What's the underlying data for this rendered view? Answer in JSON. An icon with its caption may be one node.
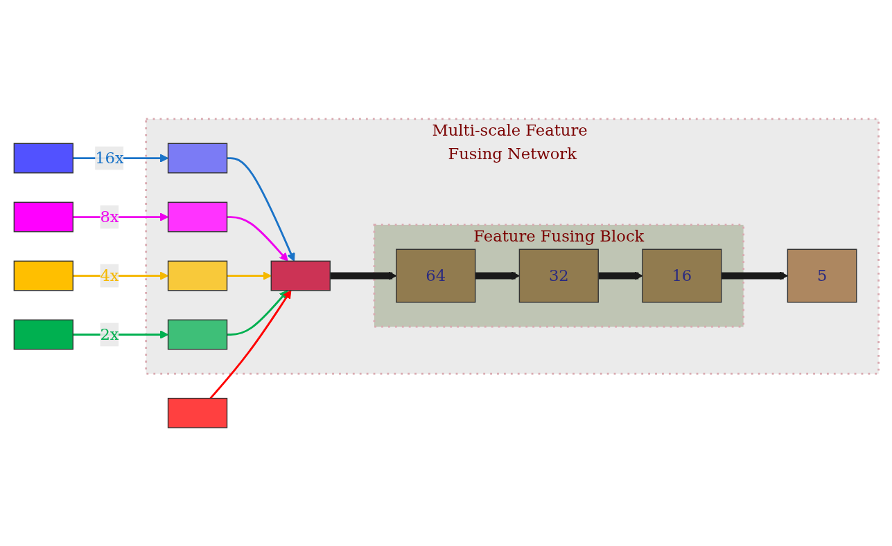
{
  "diagram": {
    "nodes": [
      {
        "text": [
          "Multi-scale Feature Fusing Network"
        ]
      },
      {
        "text": [],
        "shape": "box",
        "in": 0
      },
      {
        "text": [],
        "shape": "box",
        "in": 0
      },
      {
        "text": [],
        "shape": "box",
        "in": 0
      },
      {
        "text": [],
        "shape": "box",
        "in": 0
      },
      {
        "text": [],
        "shape": "box",
        "in": 0
      },
      {
        "text": [
          "Feature Fusing Block"
        ],
        "in": 0
      },
      {
        "text": [
          "64"
        ],
        "in": 6
      },
      {
        "text": [
          "32"
        ],
        "in": 6
      },
      {
        "text": [
          "16"
        ],
        "in": 6
      },
      {
        "text": [
          "5"
        ],
        "in": 0
      },
      {
        "text": [],
        "shape": "box"
      },
      {
        "text": [],
        "shape": "box"
      },
      {
        "text": [],
        "shape": "box"
      },
      {
        "text": [],
        "shape": "box"
      },
      {
        "text": [],
        "shape": "box"
      }
    ],
    "edges": [
      {
        "from": 11,
        "to": 1,
        "arrow": "to",
        "label": "16x",
        "color": "#1a73c8"
      },
      {
        "from": 12,
        "to": 2,
        "arrow": "to",
        "label": "8x",
        "color": "#ee00ee"
      },
      {
        "from": 13,
        "to": 3,
        "arrow": "to",
        "label": "4x",
        "color": "#f5b800"
      },
      {
        "from": 14,
        "to": 4,
        "arrow": "to",
        "label": "2x",
        "color": "#00b050"
      },
      {
        "from": 1,
        "to": 5,
        "arrow": "to",
        "color": "#1a73c8"
      },
      {
        "from": 2,
        "to": 5,
        "arrow": "to",
        "color": "#ee00ee"
      },
      {
        "from": 3,
        "to": 5,
        "arrow": "to",
        "color": "#f5b800"
      },
      {
        "from": 4,
        "to": 5,
        "arrow": "to",
        "color": "#00b050"
      },
      {
        "from": 15,
        "to": 5,
        "arrow": "to",
        "color": "#ff0000"
      },
      {
        "from": 5,
        "to": 7,
        "arrow": "to",
        "style": "thick"
      },
      {
        "from": 7,
        "to": 8,
        "arrow": "to",
        "style": "thick"
      },
      {
        "from": 8,
        "to": 9,
        "arrow": "to",
        "style": "thick"
      },
      {
        "from": 9,
        "to": 10,
        "arrow": "to",
        "style": "thick"
      }
    ]
  }
}
